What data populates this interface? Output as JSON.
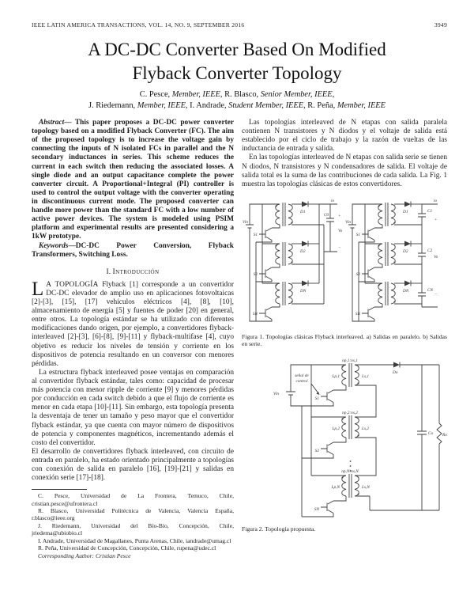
{
  "header": {
    "journal": "IEEE LATIN AMERICA TRANSACTIONS, VOL. 14, NO. 9, SEPTEMBER 2016",
    "page_number": "3949"
  },
  "title": {
    "line1": "A DC-DC Converter Based On Modified",
    "line2": "Flyback Converter Topology"
  },
  "authors": {
    "line1": [
      "C. Pesce, ",
      "Member, IEEE",
      ", R. Blasco, ",
      "Senior Member, IEEE",
      ","
    ],
    "line2": [
      "J. Riedemann, ",
      "Member, IEEE",
      ", I. Andrade, ",
      "Student Member, IEEE",
      ", R. Peña, ",
      "Member, IEEE"
    ]
  },
  "abstract": {
    "label": "Abstract—",
    "text": "This paper proposes a DC-DC power converter topology based on a modified Flyback Converter (FC). The aim of the proposed topology is to increase the voltage gain by connecting the inputs of N isolated FCs in parallel and the N secondary inductances in series. This scheme reduces the current in each switch then reducing the associated losses. A single diode and an output capacitance complete the power converter circuit. A Proportional+Integral (PI) controller is used to control the output voltage with the converter operating in discontinuous current mode. The proposed converter can handle more power than the standard FC with a low number of active power devices. The system is modeled using PSIM platform and experimental results are presented considering a 1kW prototype."
  },
  "keywords": {
    "label": "Keywords",
    "text": "—DC-DC Power Conversion, Flyback Transformers, Switching Loss."
  },
  "section1": {
    "number": "I.",
    "title": "Introducción"
  },
  "intro": {
    "p1_dropcap": "L",
    "p1_lead": "A TOPOLOGÍA",
    "p1_text": " Flyback [1] corresponde a un convertidor DC-DC elevador de amplio uso en aplicaciones fotovoltaicas [2]-[3], [15], [17] vehículos eléctricos [4], [8], [10], almacenamiento de energía [5] y fuentes de poder [20] en general, entre otros. La topología estándar se ha utilizado con diferentes modificaciones dando origen, por ejemplo, a convertidores flyback-interleaved [2]-[3], [6]-[8], [9]-[11] y flyback-multifase [4], cuyo objetivo es reducir los niveles de tensión y corriente en los dispositivos de potencia resultando en un conversor con menores pérdidas.",
    "p2": "La estructura flyback interleaved posee ventajas en comparación al convertidor flyback estándar, tales como: capacidad de procesar más potencia con menor ripple de corriente [9] y menores pérdidas por conducción en cada switch debido a que el flujo de corriente es menor en cada etapa [10]-[11]. Sin embargo, esta topología presenta la desventaja de tener un tamaño y peso mayor que el convertidor flyback estándar, ya que cuenta con mayor número de dispositivos de potencia y componentes magnéticos, incrementando además el costo del convertidor.",
    "p3": "El desarrollo de convertidores flyback interleaved, con circuito de entrada en paralelo, ha estado orientado principalmente a topologías con conexión de salida en paralelo [16], [19]-[21] y salidas en conexión serie [17]-[18].",
    "r1": "Las topologías interleaved de N etapas con salida paralela contienen N transistores y N diodos y el voltaje de salida está establecido por el ciclo de trabajo y la razón de vueltas de las inductancia de entrada y salida.",
    "r2": "En las topologías interleaved de N etapas con salida serie se tienen N diodos, N transistores y N condensadores de salida. El voltaje de salida total es la suma de las contribuciones de cada salida. La Fig. 1 muestra las topologías clásicas de estos convertidores."
  },
  "figures": {
    "fig1": {
      "caption": "Figura 1. Topologías clásicas Flyback interleaved. a) Salidas en paralelo. b) Salidas en serie.",
      "labels": {
        "vin": "Vin",
        "s1": "S1",
        "s2": "S2",
        "sn": "SN",
        "d1": "D1",
        "d2": "D2",
        "dn": "DN",
        "c0": "C0",
        "io": "io",
        "vo": "Vo",
        "plus": "+",
        "minus": "−",
        "c1": "C1",
        "c2": "C2",
        "cn": "CN"
      }
    },
    "fig2": {
      "caption": "Figura 2. Topología propuesta.",
      "labels": {
        "vin": "Vin",
        "control_1": "señal de",
        "control_2": "control",
        "s1": "S1",
        "s2": "S2",
        "sn": "SN",
        "t1": "np,1:ns,1",
        "t2": "np,2:ns,2",
        "tn": "np,N:ns,N",
        "lp1": "Lp,1",
        "ls1": "Ls,1",
        "lp2": "Lp,2",
        "ls2": "Ls,2",
        "lpn": "Lp,N",
        "lsn": "Ls,N",
        "do": "Do",
        "co": "Co",
        "ro": "Ro"
      }
    }
  },
  "footnotes": {
    "items": [
      "C. Pesce, Universidad de La Frontera, Temuco, Chile, cristian.pesce@ufrontera.cl",
      "R. Blasco, Universidad Politécnica de Valencia, Valencia España, r.blasco@ieee.org",
      "J. Riedemann, Universidad del Bío-Bío, Concepción, Chile, jriedema@ubiobio.cl",
      "I. Andrade, Universidad de Magallanes, Punta Arenas, Chile, iandrade@umag.cl",
      "R. Peña, Universidad de Concepción, Concepción, Chile, rupena@udec.cl"
    ],
    "corresponding": "Corresponding Author: Cristian Pesce"
  }
}
